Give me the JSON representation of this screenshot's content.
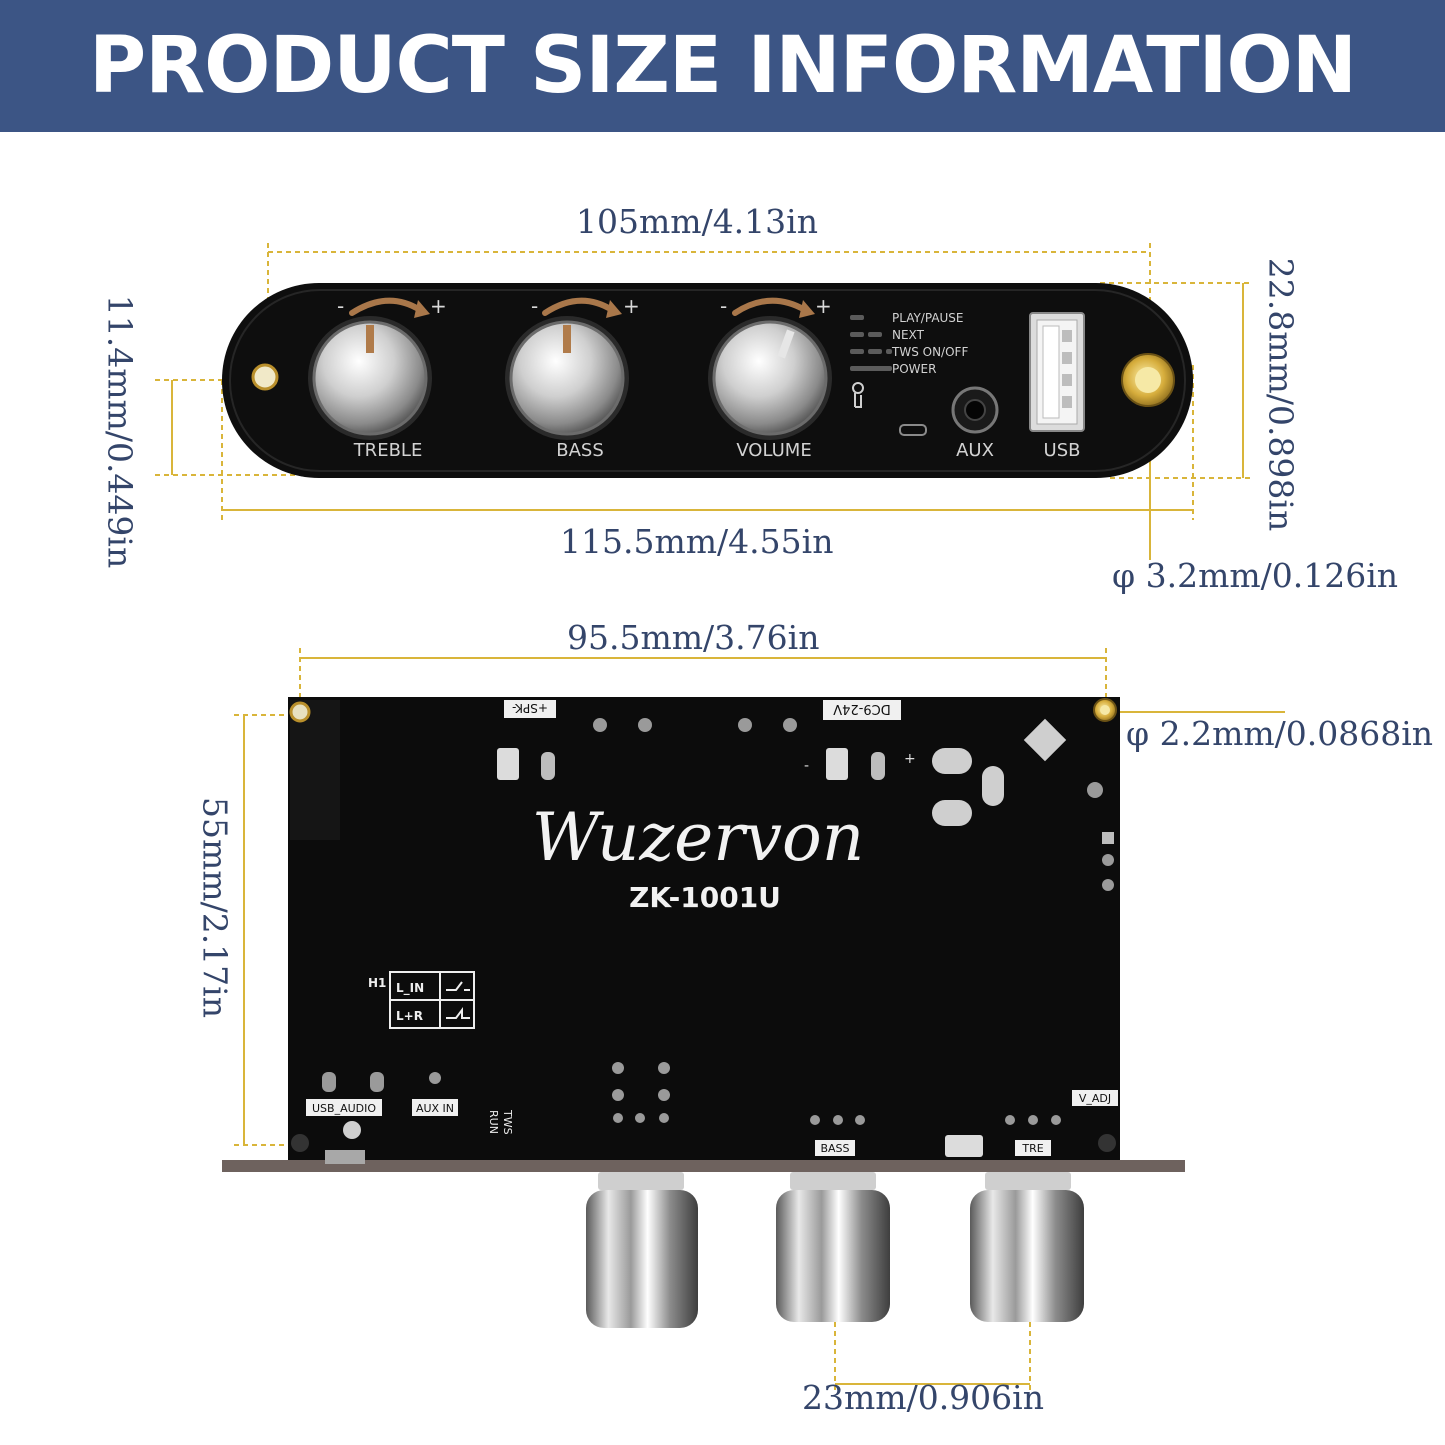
{
  "header": {
    "title": "PRODUCT SIZE INFORMATION"
  },
  "top_panel": {
    "knobs": [
      "TREBLE",
      "BASS",
      "VOLUME"
    ],
    "knob_marks": {
      "minus": "-",
      "plus": "+"
    },
    "indicators": [
      "PLAY/PAUSE",
      "NEXT",
      "TWS ON/OFF",
      "POWER"
    ],
    "ports": {
      "aux": "AUX",
      "usb": "USB"
    }
  },
  "bottom_board": {
    "brand": "Wuzervon",
    "model": "ZK-1001U",
    "spk_label": "+SPK-",
    "dc_label": "DC9-24V",
    "h1_label": "H1",
    "l_in_label": "L_IN",
    "l_r_label": "L+R",
    "usb_audio_label": "USB_AUDIO",
    "aux_in_label": "AUX IN",
    "tws_label": "TWS",
    "run_label": "RUN",
    "bass_label": "BASS",
    "tre_label": "TRE",
    "v_adj_label": "V_ADJ",
    "minus_mark": "-",
    "plus_mark": "+"
  },
  "dimensions": {
    "top_width": "105mm/4.13in",
    "overall_width": "115.5mm/4.55in",
    "hole_offset": "11.4mm/0.449in",
    "panel_height": "22.8mm/0.898in",
    "top_hole": "φ 3.2mm/0.126in",
    "board_width": "95.5mm/3.76in",
    "board_hole": "φ 2.2mm/0.0868in",
    "board_height": "55mm/2.17in",
    "knob_spacing": "23mm/0.906in"
  },
  "colors": {
    "header_bg": "#3c5585",
    "dim_line": "#d9b53a",
    "dim_text": "#34456a",
    "panel": "#0e0e0e",
    "hole_gold": "#c9a23a"
  }
}
